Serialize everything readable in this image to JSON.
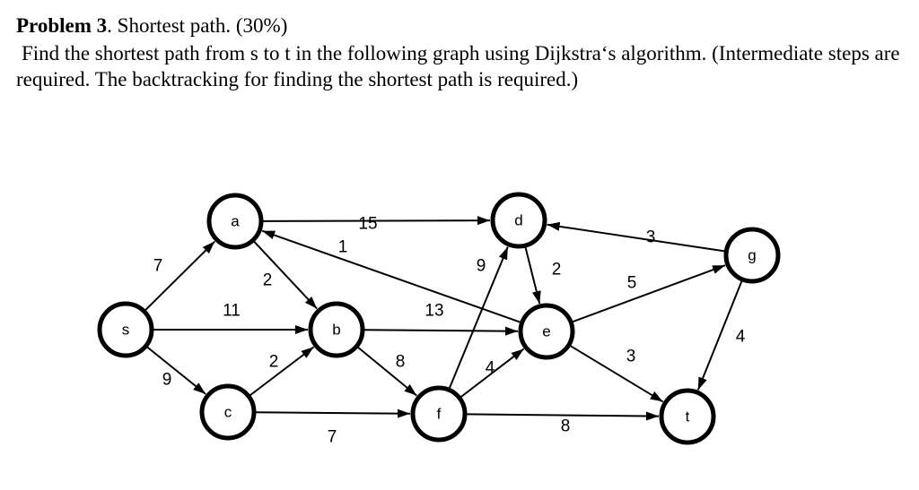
{
  "problem": {
    "title_bold": "Problem 3",
    "title_rest": ". Shortest path.  (30%)",
    "description": "Find the shortest path from s to t in the following graph using Dijkstra‘s algorithm.  (Intermediate steps are required. The backtracking for finding the shortest path is required.)"
  },
  "graph": {
    "nodes": [
      {
        "id": "s",
        "label": "s"
      },
      {
        "id": "a",
        "label": "a"
      },
      {
        "id": "b",
        "label": "b"
      },
      {
        "id": "c",
        "label": "c"
      },
      {
        "id": "d",
        "label": "d"
      },
      {
        "id": "e",
        "label": "e"
      },
      {
        "id": "f",
        "label": "f"
      },
      {
        "id": "g",
        "label": "g"
      },
      {
        "id": "t",
        "label": "t"
      }
    ],
    "edges": [
      {
        "from": "s",
        "to": "a",
        "weight": "7"
      },
      {
        "from": "s",
        "to": "b",
        "weight": "11"
      },
      {
        "from": "s",
        "to": "c",
        "weight": "9"
      },
      {
        "from": "a",
        "to": "b",
        "weight": "2"
      },
      {
        "from": "a",
        "to": "d",
        "weight": "15"
      },
      {
        "from": "c",
        "to": "b",
        "weight": "2"
      },
      {
        "from": "c",
        "to": "f",
        "weight": "7"
      },
      {
        "from": "b",
        "to": "e",
        "weight": "13"
      },
      {
        "from": "b",
        "to": "f",
        "weight": "8"
      },
      {
        "from": "e",
        "to": "a",
        "weight": "1"
      },
      {
        "from": "f",
        "to": "d",
        "weight": "9"
      },
      {
        "from": "f",
        "to": "e",
        "weight": "4"
      },
      {
        "from": "f",
        "to": "t",
        "weight": "8"
      },
      {
        "from": "d",
        "to": "e",
        "weight": "2"
      },
      {
        "from": "e",
        "to": "g",
        "weight": "5"
      },
      {
        "from": "e",
        "to": "t",
        "weight": "3"
      },
      {
        "from": "g",
        "to": "d",
        "weight": "3"
      },
      {
        "from": "g",
        "to": "t",
        "weight": "4"
      }
    ]
  }
}
